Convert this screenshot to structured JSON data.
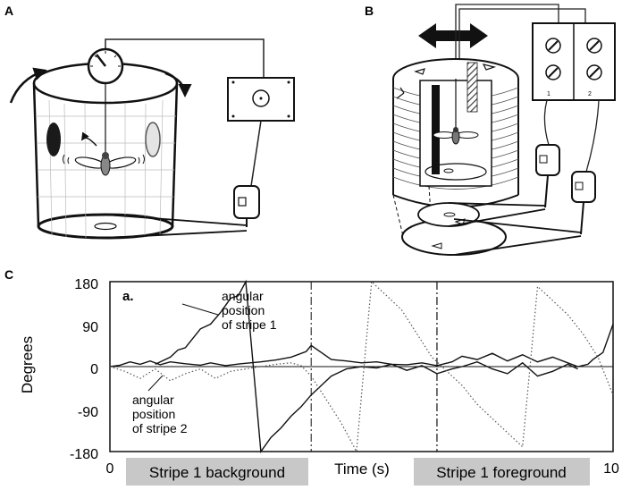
{
  "panels": {
    "a_label": "A",
    "b_label": "B",
    "c_label": "C"
  },
  "b_box": {
    "left_num": "1",
    "right_num": "2"
  },
  "chart_data": {
    "type": "line",
    "subplot_label": "a.",
    "xlabel": "Time (s)",
    "ylabel": "Degrees",
    "xlim": [
      0,
      10
    ],
    "ylim": [
      -180,
      180
    ],
    "x_ticks": [
      "0",
      "10"
    ],
    "y_ticks": [
      "180",
      "90",
      "0",
      "-90",
      "-180"
    ],
    "annotations": {
      "stripe1": [
        "angular",
        "position",
        "of stripe 1"
      ],
      "stripe2": [
        "angular",
        "position",
        "of stripe 2"
      ]
    },
    "condition_labels": {
      "background": "Stripe 1 background",
      "foreground": "Stripe 1 foreground"
    },
    "condition_switch_times": [
      4,
      6.5
    ],
    "series": [
      {
        "style": "solid",
        "x": [
          0,
          0.2,
          0.4,
          0.6,
          0.8,
          1.0,
          1.2,
          1.5,
          1.8,
          2.0,
          2.3,
          2.6,
          3.0,
          3.3,
          3.6,
          3.9,
          4.0,
          4.2,
          4.4,
          4.7,
          5.0,
          5.3,
          5.6,
          5.9,
          6.2,
          6.5,
          6.8,
          7.0,
          7.3,
          7.6,
          7.9,
          8.2,
          8.5,
          8.8,
          9.1,
          9.3,
          9.5,
          9.6,
          9.8,
          10
        ],
        "y": [
          0,
          3,
          10,
          5,
          12,
          4,
          10,
          6,
          3,
          8,
          2,
          6,
          10,
          14,
          20,
          32,
          45,
          30,
          15,
          12,
          8,
          10,
          5,
          4,
          8,
          2,
          10,
          22,
          15,
          28,
          12,
          25,
          10,
          20,
          8,
          0,
          5,
          15,
          30,
          90
        ]
      },
      {
        "style": "solid",
        "x": [
          0.9,
          1.2,
          1.35,
          1.5,
          1.8,
          2.0,
          2.2,
          2.4,
          2.55,
          2.7,
          3.0,
          3.2,
          3.4,
          3.6,
          3.8,
          4.0,
          4.2,
          4.4,
          4.7,
          5.0,
          5.3,
          5.6,
          5.9,
          6.2,
          6.5,
          6.8,
          7.0,
          7.3,
          7.6,
          7.9,
          8.2,
          8.5,
          8.8,
          9.1,
          9.3
        ],
        "y": [
          5,
          20,
          35,
          40,
          80,
          90,
          115,
          145,
          150,
          180,
          -180,
          -150,
          -130,
          -105,
          -85,
          -60,
          -40,
          -20,
          -5,
          0,
          -3,
          5,
          -8,
          2,
          -15,
          -5,
          0,
          10,
          -5,
          -15,
          8,
          -20,
          -10,
          5,
          -5
        ]
      },
      {
        "style": "dotted",
        "x": [
          0,
          0.3,
          0.6,
          0.9,
          1.2,
          1.5,
          1.8,
          2.1,
          2.4,
          2.7,
          3.0,
          3.3,
          3.6,
          3.8,
          4.0,
          4.3,
          4.6,
          4.9,
          5.2,
          5.5,
          5.8,
          6.1,
          6.4,
          6.7,
          7.0,
          7.3,
          7.6,
          7.9,
          8.2,
          8.5,
          8.8,
          9.1,
          9.4,
          9.7,
          10
        ],
        "y": [
          0,
          -10,
          -25,
          -5,
          -30,
          -15,
          -5,
          -25,
          -10,
          -5,
          0,
          5,
          8,
          2,
          -20,
          -70,
          -120,
          -180,
          180,
          150,
          120,
          70,
          20,
          -10,
          -40,
          -80,
          -110,
          -140,
          -170,
          170,
          140,
          110,
          70,
          20,
          -60
        ]
      }
    ]
  }
}
